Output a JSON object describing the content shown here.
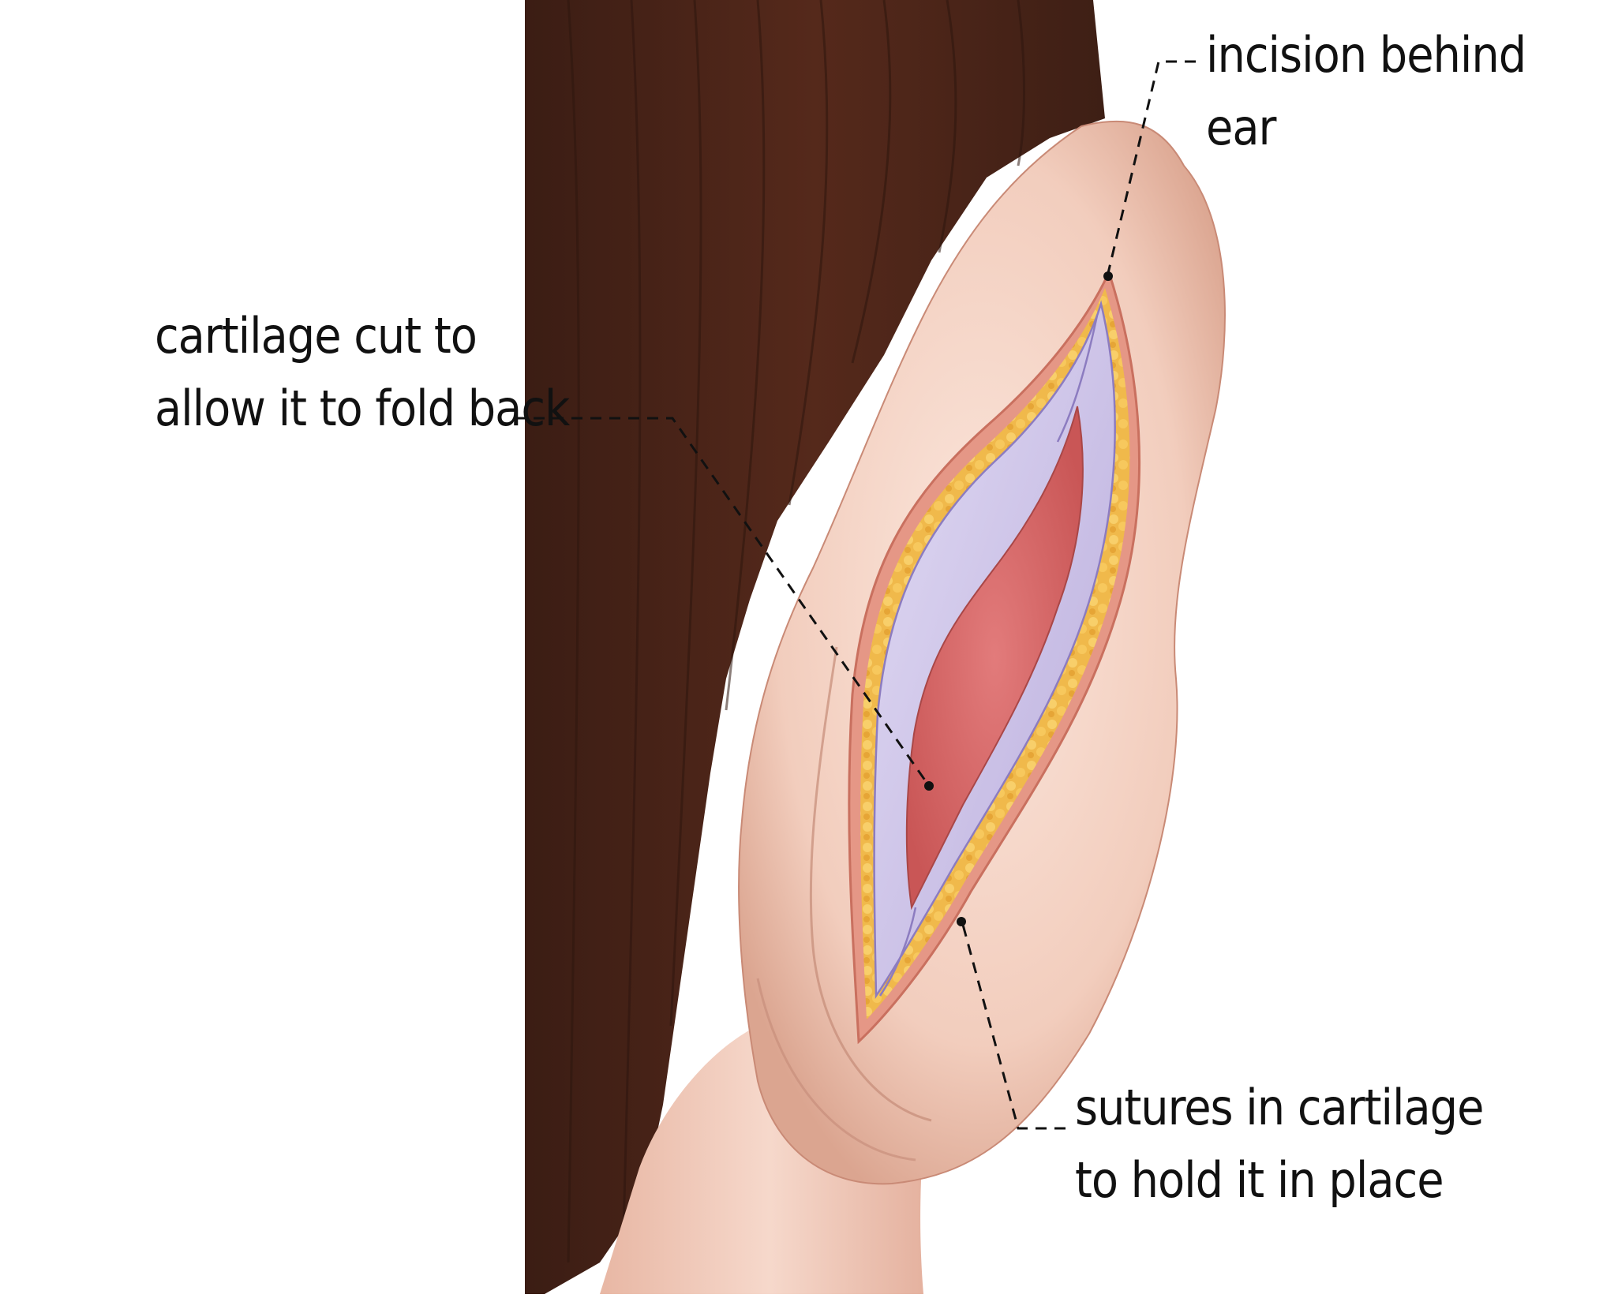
{
  "labels": {
    "incision": {
      "line1": "incision behind",
      "line2": "ear"
    },
    "cartilage_cut": {
      "line1": "cartilage cut to",
      "line2": "allow it to fold back"
    },
    "sutures": {
      "line1": "sutures in cartilage",
      "line2": "to hold it in place"
    }
  },
  "colors": {
    "hair": "#4a2518",
    "skin": "#f3d1c3",
    "skin_shadow": "#d9a28f",
    "wound_edge": "#d98173",
    "fat": "#f0b84a",
    "cartilage": "#cfc6ea",
    "muscle": "#d96a6a",
    "leader_line": "#111111"
  }
}
